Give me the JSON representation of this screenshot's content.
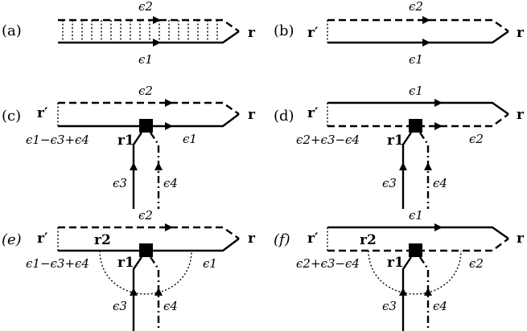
{
  "panels": {
    "a": {
      "label": "(a)",
      "top": "ϵ2",
      "bottom": "ϵ1",
      "end": "r"
    },
    "b": {
      "label": "(b)",
      "start": "r′",
      "top": "ϵ2",
      "bottom": "ϵ1",
      "end": "r"
    },
    "c": {
      "label": "(c)",
      "start": "r′",
      "top": "ϵ2",
      "left": "ϵ1−ϵ3+ϵ4",
      "vertex": "r1",
      "right": "ϵ1",
      "in_left": "ϵ3",
      "in_right": "ϵ4",
      "end": "r"
    },
    "d": {
      "label": "(d)",
      "start": "r′",
      "top": "ϵ1",
      "left": "ϵ2+ϵ3−ϵ4",
      "vertex": "r1",
      "right": "ϵ2",
      "in_left": "ϵ3",
      "in_right": "ϵ4",
      "end": "r"
    },
    "e": {
      "label": "(e)",
      "start": "r′",
      "top": "ϵ2",
      "vertex2": "r2",
      "left": "ϵ1−ϵ3+ϵ4",
      "vertex": "r1",
      "right": "ϵ1",
      "in_left": "ϵ3",
      "in_right": "ϵ4",
      "end": "r"
    },
    "f": {
      "label": "(f)",
      "start": "r′",
      "top": "ϵ1",
      "vertex2": "r2",
      "left": "ϵ2+ϵ3−ϵ4",
      "vertex": "r1",
      "right": "ϵ2",
      "in_left": "ϵ3",
      "in_right": "ϵ4",
      "end": "r"
    }
  }
}
